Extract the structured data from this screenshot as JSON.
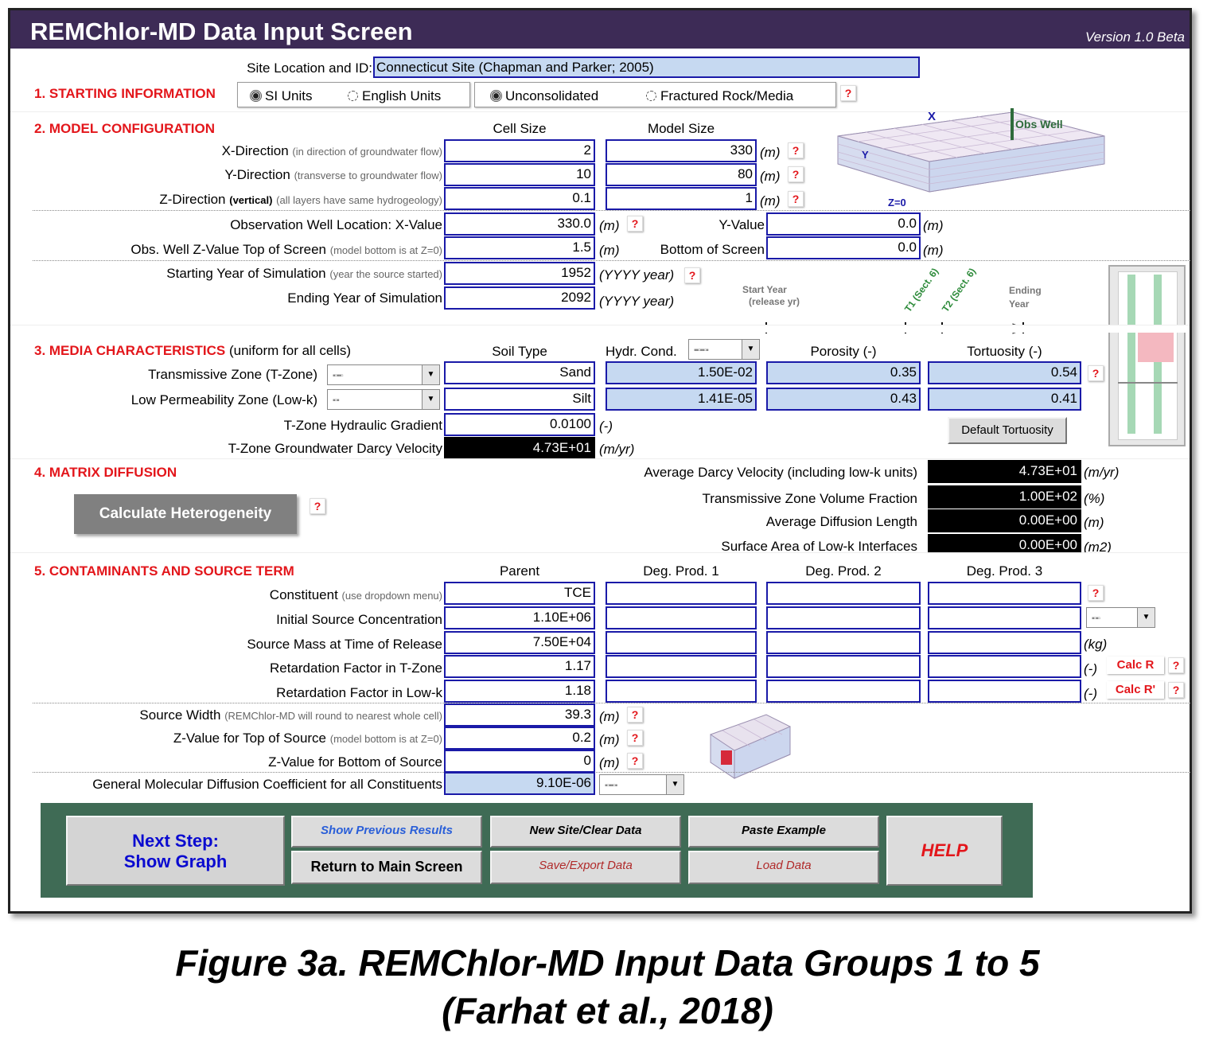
{
  "window": {
    "title": "REMChlor-MD Data Input Screen",
    "version": "Version 1.0 Beta"
  },
  "site": {
    "label": "Site Location and ID:",
    "value": "Connecticut Site (Chapman and Parker; 2005)"
  },
  "s1": {
    "title": "1. STARTING INFORMATION",
    "units": [
      "SI Units",
      "English Units"
    ],
    "media": [
      "Unconsolidated",
      "Fractured Rock/Media"
    ]
  },
  "s2": {
    "title": "2. MODEL CONFIGURATION",
    "cell_size": "Cell Size",
    "model_size": "Model Size",
    "x_label": "X-Direction",
    "x_note": "(in direction of groundwater flow)",
    "x_cell": "2",
    "x_model": "330",
    "y_label": "Y-Direction",
    "y_note": "(transverse to groundwater flow)",
    "y_cell": "10",
    "y_model": "80",
    "z_label": "Z-Direction",
    "z_vert": "(vertical)",
    "z_note": "(all layers have same hydrogeology)",
    "z_cell": "0.1",
    "z_model": "1",
    "unit_m": "(m)",
    "obs_x_label": "Observation Well Location: X-Value",
    "obs_x": "330.0",
    "obs_y_label": "Y-Value",
    "obs_y": "0.0",
    "obs_z_label": "Obs. Well Z-Value Top of Screen",
    "obs_z_note": "(model bottom is at Z=0)",
    "obs_z": "1.5",
    "bottom_label": "Bottom of Screen",
    "bottom": "0.0",
    "start_label": "Starting Year of Simulation",
    "start_note": "(year the source started)",
    "start": "1952",
    "end_label": "Ending Year of Simulation",
    "end": "2092",
    "unit_year": "(YYYY year)",
    "diagram": {
      "obs_well": "Obs Well",
      "x": "X",
      "y": "Y",
      "z0": "Z=0"
    },
    "timeline": {
      "start": "Start Year",
      "start_sub": "(release yr)",
      "t1": "T1 (Sect. 6)",
      "t2": "T2 (Sect. 6)",
      "end": "Ending",
      "end_sub": "Year"
    }
  },
  "s3": {
    "title": "3. MEDIA CHARACTERISTICS",
    "note": "(uniform for all cells)",
    "soil_hdr": "Soil Type",
    "hc_hdr": "Hydr. Cond.",
    "por_hdr": "Porosity (-)",
    "tort_hdr": "Tortuosity (-)",
    "t_label": "Transmissive Zone (T-Zone)",
    "t_soil": "Sand",
    "t_hc": "1.50E-02",
    "t_por": "0.35",
    "t_tort": "0.54",
    "l_label": "Low Permeability Zone (Low-k)",
    "l_soil": "Silt",
    "l_hc": "1.41E-05",
    "l_por": "0.43",
    "l_tort": "0.41",
    "grad_label": "T-Zone Hydraulic Gradient",
    "grad": "0.0100",
    "unit_dash": "(-)",
    "darcy_label": "T-Zone Groundwater Darcy Velocity",
    "darcy": "4.73E+01",
    "unit_myr": "(m/yr)",
    "default_tort": "Default  Tortuosity"
  },
  "s4": {
    "title": "4. MATRIX DIFFUSION",
    "calc_btn": "Calculate Heterogeneity",
    "avg_label": "Average Darcy Velocity (including low-k units)",
    "avg": "4.73E+01",
    "avg_unit": "(m/yr)",
    "frac_label": "Transmissive Zone Volume Fraction",
    "frac": "1.00E+02",
    "frac_unit": "(%)",
    "len_label": "Average Diffusion Length",
    "len": "0.00E+00",
    "len_unit": "(m)",
    "area_label": "Surface Area of Low-k Interfaces",
    "area": "0.00E+00",
    "area_unit": "(m2)"
  },
  "s5": {
    "title": "5. CONTAMINANTS AND SOURCE TERM",
    "parent": "Parent",
    "d1": "Deg. Prod. 1",
    "d2": "Deg. Prod. 2",
    "d3": "Deg. Prod. 3",
    "const_label": "Constituent",
    "const_note": "(use dropdown menu)",
    "const": "TCE",
    "conc_label": "Initial Source Concentration",
    "conc": "1.10E+06",
    "mass_label": "Source Mass at Time of Release",
    "mass": "7.50E+04",
    "mass_unit": "(kg)",
    "rt_label": "Retardation Factor in T-Zone",
    "rt": "1.17",
    "rl_label": "Retardation Factor in Low-k",
    "rl": "1.18",
    "calc_r": "Calc R",
    "calc_r2": "Calc R'",
    "sw_label": "Source Width",
    "sw_note": "(REMChlor-MD will round to nearest whole cell)",
    "sw": "39.3",
    "zt_label": "Z-Value for Top of Source",
    "zt_note": "(model bottom is at Z=0)",
    "zt": "0.2",
    "zb_label": "Z-Value for Bottom of Source",
    "zb": "0",
    "dc_label": "General Molecular Diffusion Coefficient for all Constituents",
    "dc": "9.10E-06"
  },
  "nav": {
    "next": "Next Step:",
    "next2": "Show Graph",
    "prev": "Show Previous Results",
    "main": "Return to Main Screen",
    "new": "New Site/Clear Data",
    "save": "Save/Export Data",
    "paste": "Paste  Example",
    "load": "Load Data",
    "help": "HELP"
  },
  "help_mark": "?",
  "caption": {
    "line1": "Figure 3a.  REMChlor-MD Input Data Groups 1 to 5",
    "line2": "(Farhat et al., 2018)"
  }
}
